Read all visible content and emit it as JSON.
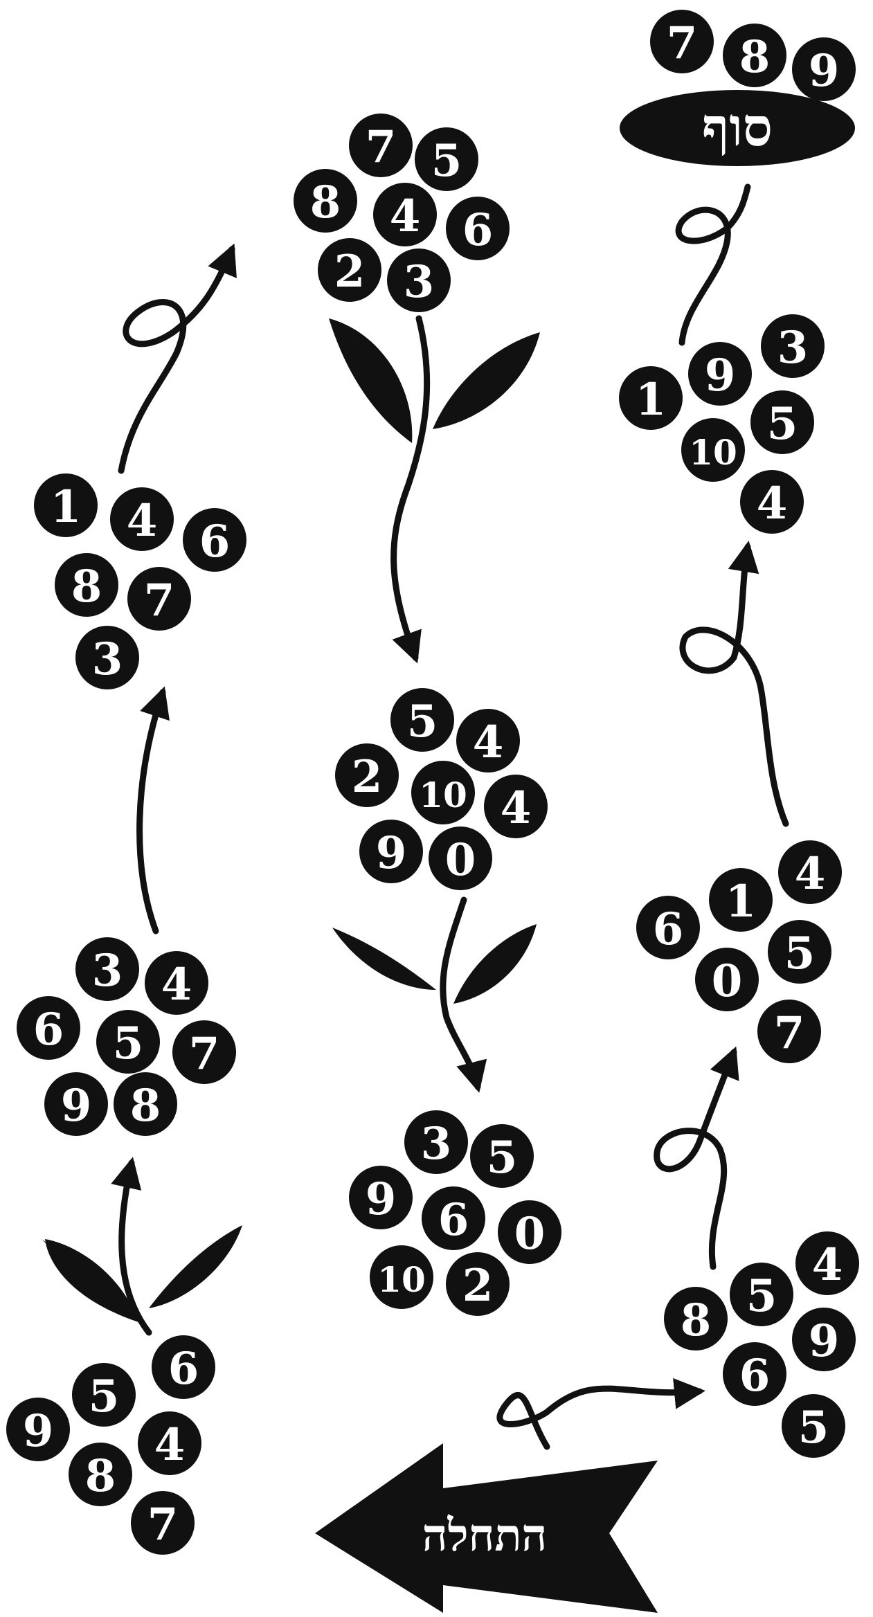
{
  "labels": {
    "start": "התחלה",
    "end": "סוף"
  },
  "colors": {
    "ink": "#111111",
    "paper": "#ffffff"
  },
  "path_order": [
    "flower-1",
    "flower-2",
    "flower-3",
    "flower-4",
    "flower-5",
    "flower-6",
    "flower-7",
    "flower-8",
    "flower-9",
    "flower-10"
  ],
  "finish_numbers": [
    "7",
    "8",
    "9"
  ],
  "flowers": [
    {
      "id": "flower-1",
      "numbers": [
        "6",
        "5",
        "9",
        "4",
        "8",
        "7"
      ]
    },
    {
      "id": "flower-2",
      "numbers": [
        "3",
        "4",
        "6",
        "5",
        "7",
        "9",
        "8"
      ]
    },
    {
      "id": "flower-3",
      "numbers": [
        "1",
        "4",
        "6",
        "8",
        "7",
        "3"
      ]
    },
    {
      "id": "flower-4",
      "numbers": [
        "7",
        "5",
        "8",
        "4",
        "6",
        "2",
        "3"
      ]
    },
    {
      "id": "flower-5",
      "numbers": [
        "5",
        "4",
        "2",
        "10",
        "4",
        "9",
        "0"
      ]
    },
    {
      "id": "flower-6",
      "numbers": [
        "3",
        "5",
        "9",
        "6",
        "0",
        "10",
        "2"
      ]
    },
    {
      "id": "flower-7",
      "numbers": [
        "4",
        "8",
        "5",
        "9",
        "6",
        "5"
      ]
    },
    {
      "id": "flower-8",
      "numbers": [
        "4",
        "1",
        "6",
        "5",
        "0",
        "7"
      ]
    },
    {
      "id": "flower-9",
      "numbers": [
        "3",
        "1",
        "9",
        "5",
        "10",
        "4"
      ]
    }
  ]
}
